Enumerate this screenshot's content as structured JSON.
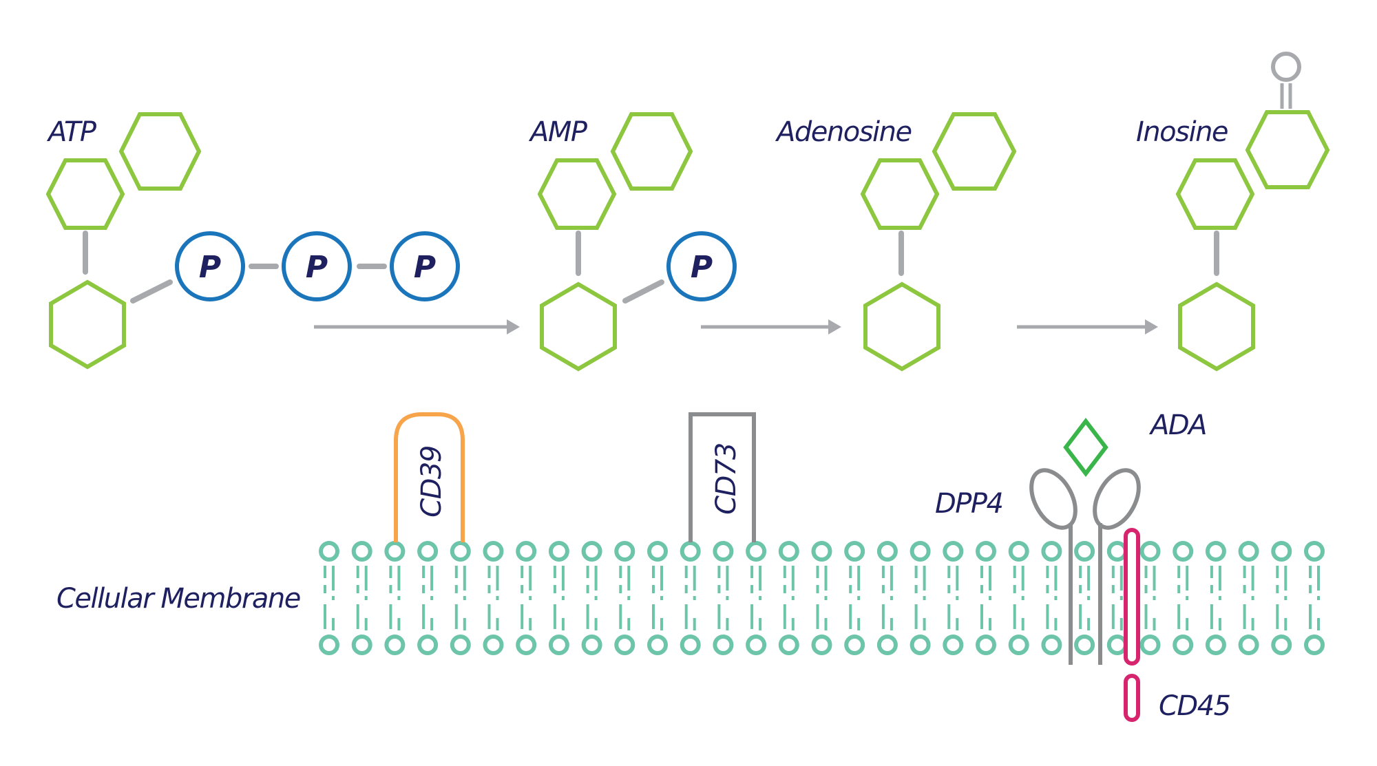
{
  "molecules": [
    {
      "name": "ATP",
      "phosphates": 3
    },
    {
      "name": "AMP",
      "phosphates": 1
    },
    {
      "name": "Adenosine",
      "phosphates": 0
    },
    {
      "name": "Inosine",
      "phosphates": 0,
      "has_keto_group": true
    }
  ],
  "phosphate_symbol": "P",
  "enzymes": {
    "cd39": "CD39",
    "cd73": "CD73",
    "ada": "ADA",
    "dpp4": "DPP4",
    "cd45": "CD45"
  },
  "membrane_label": "Cellular Membrane",
  "colors": {
    "ring": "#8dc63f",
    "phosphate": "#1b75bb",
    "link": "#a7a9ac",
    "arrow": "#a7a9ac",
    "membrane": "#6cc4a9",
    "cd39": "#f7a44a",
    "cd73": "#8a8c8e",
    "ada": "#39b54a",
    "dpp4": "#8a8c8e",
    "cd45": "#d6246e",
    "text": "#1f2060"
  }
}
